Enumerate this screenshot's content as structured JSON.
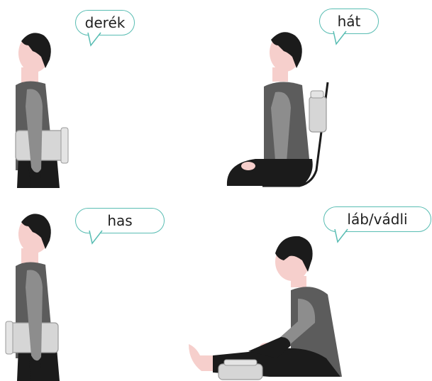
{
  "labels": {
    "waist": "derék",
    "back": "hát",
    "belly": "has",
    "leg_calf": "láb/vádli"
  },
  "colors": {
    "bubble_border": "#59bdb3",
    "skin": "#f6cfcc",
    "hair": "#1b1b1b",
    "torso": "#5c5c5c",
    "arm": "#8d8d8d",
    "pants": "#1b1b1b",
    "device": "#d6d6d6",
    "device_edge": "#9a9a9a"
  },
  "icons": [
    "standing-man-waist",
    "seated-man-back",
    "standing-man-belly",
    "seated-man-leg"
  ]
}
